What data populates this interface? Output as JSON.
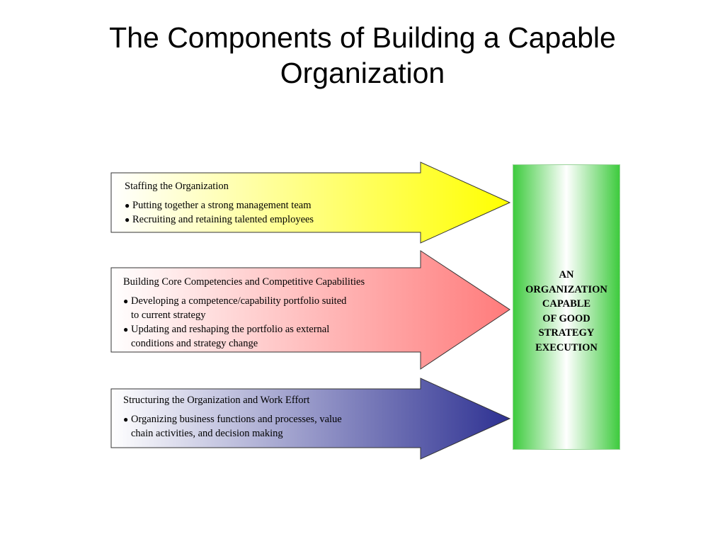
{
  "title": {
    "line1": "The Components of Building a Capable",
    "line2": "Organization"
  },
  "components": [
    {
      "heading": "Staffing the Organization",
      "fill_color": "#ffff00",
      "bullets": [
        {
          "lines": [
            "Putting together a strong management team"
          ]
        },
        {
          "lines": [
            "Recruiting and retaining talented employees"
          ]
        }
      ]
    },
    {
      "heading": "Building Core Competencies and Competitive Capabilities",
      "fill_color": "#ff7b7b",
      "bullets": [
        {
          "lines": [
            "Developing a competence/capability portfolio suited",
            "to current strategy"
          ]
        },
        {
          "lines": [
            "Updating and reshaping the portfolio as external",
            "conditions and strategy change"
          ]
        }
      ]
    },
    {
      "heading": "Structuring the Organization and Work Effort",
      "fill_color": "#2e3192",
      "bullets": [
        {
          "lines": [
            "Organizing business functions and processes, value",
            "chain activities, and decision making"
          ]
        }
      ]
    }
  ],
  "goal": {
    "lines": [
      "AN",
      "ORGANIZATION",
      "CAPABLE",
      "OF GOOD",
      "STRATEGY",
      "EXECUTION"
    ],
    "fill_color": "#3ecb3e"
  },
  "bullet_symbol": "●"
}
